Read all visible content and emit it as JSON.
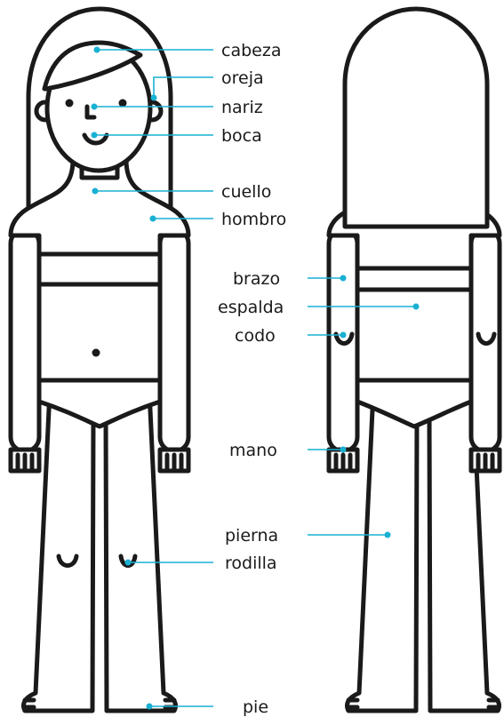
{
  "colors": {
    "outline": "#1a1a1a",
    "accent": "#19b0d3",
    "background": "#ffffff"
  },
  "labels": {
    "cabeza": "cabeza",
    "oreja": "oreja",
    "nariz": "nariz",
    "boca": "boca",
    "cuello": "cuello",
    "hombro": "hombro",
    "brazo": "brazo",
    "espalda": "espalda",
    "codo": "codo",
    "mano": "mano",
    "pierna": "pierna",
    "rodilla": "rodilla",
    "pie": "pie"
  }
}
